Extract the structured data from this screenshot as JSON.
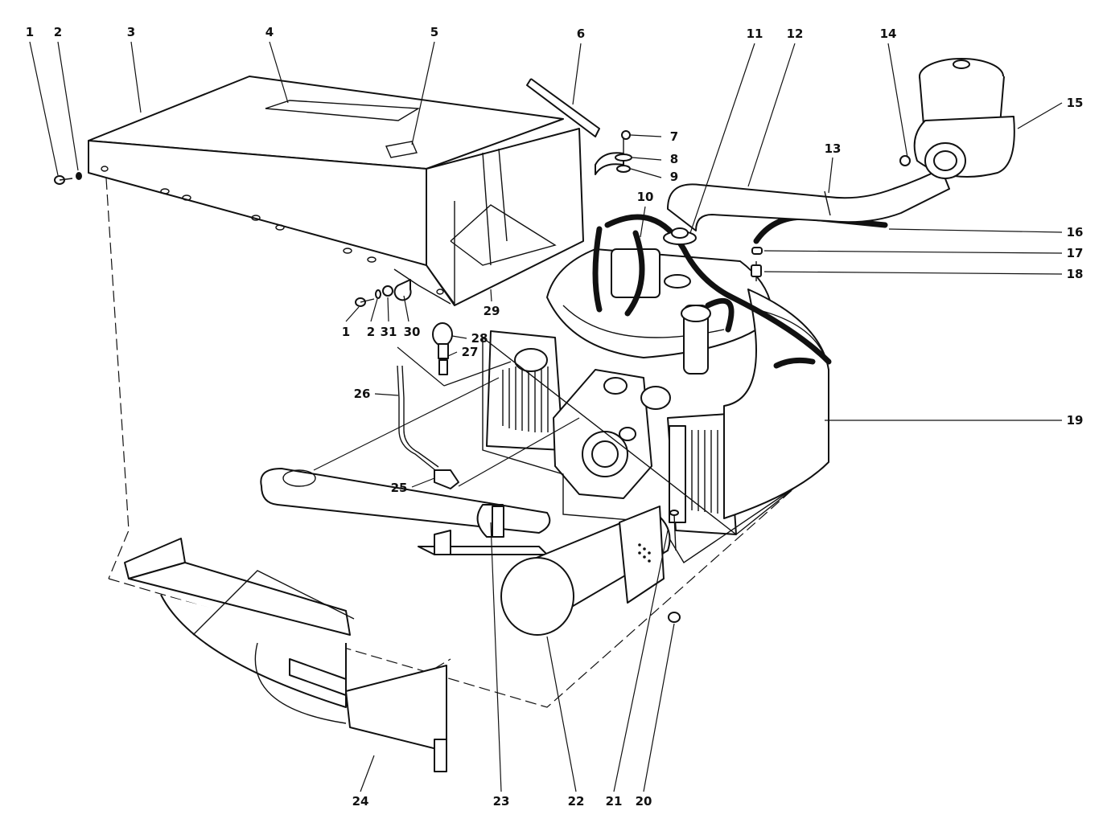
{
  "callouts": [
    {
      "id": "1",
      "text": "1"
    },
    {
      "id": "2",
      "text": "2"
    },
    {
      "id": "3",
      "text": "3"
    },
    {
      "id": "4",
      "text": "4"
    },
    {
      "id": "5",
      "text": "5"
    },
    {
      "id": "6",
      "text": "6"
    },
    {
      "id": "7",
      "text": "7"
    },
    {
      "id": "8",
      "text": "8"
    },
    {
      "id": "9",
      "text": "9"
    },
    {
      "id": "10",
      "text": "10"
    },
    {
      "id": "11",
      "text": "11"
    },
    {
      "id": "12",
      "text": "12"
    },
    {
      "id": "13",
      "text": "13"
    },
    {
      "id": "14",
      "text": "14"
    },
    {
      "id": "15",
      "text": "15"
    },
    {
      "id": "16",
      "text": "16"
    },
    {
      "id": "17",
      "text": "17"
    },
    {
      "id": "18",
      "text": "18"
    },
    {
      "id": "19",
      "text": "19"
    },
    {
      "id": "20",
      "text": "20"
    },
    {
      "id": "21",
      "text": "21"
    },
    {
      "id": "22",
      "text": "22"
    },
    {
      "id": "23",
      "text": "23"
    },
    {
      "id": "24",
      "text": "24"
    },
    {
      "id": "25",
      "text": "25"
    },
    {
      "id": "26",
      "text": "26"
    },
    {
      "id": "27",
      "text": "27"
    },
    {
      "id": "28",
      "text": "28"
    },
    {
      "id": "29",
      "text": "29"
    },
    {
      "id": "30",
      "text": "30"
    },
    {
      "id": "31",
      "text": "31"
    },
    {
      "id": "1b",
      "text": "1"
    },
    {
      "id": "2b",
      "text": "2"
    }
  ],
  "colors": {
    "ink": "#111111",
    "paper": "#ffffff"
  }
}
